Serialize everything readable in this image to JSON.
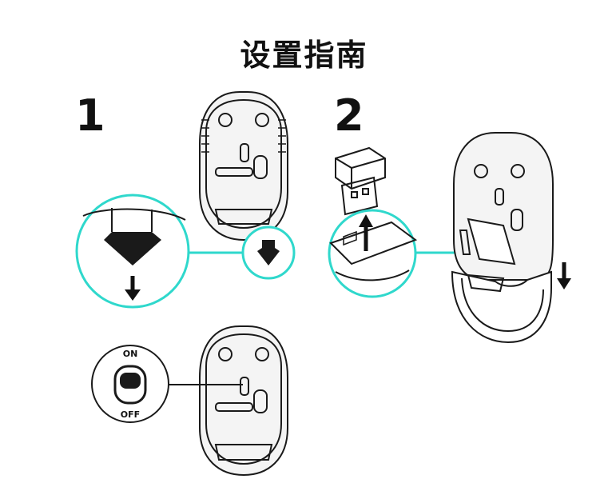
{
  "title": "设置指南",
  "steps": [
    "1",
    "2"
  ],
  "switch_labels": {
    "on": "ON",
    "off": "OFF"
  },
  "colors": {
    "callout": "#2fd8cc",
    "ink": "#1a1a1a",
    "background": "#ffffff"
  }
}
